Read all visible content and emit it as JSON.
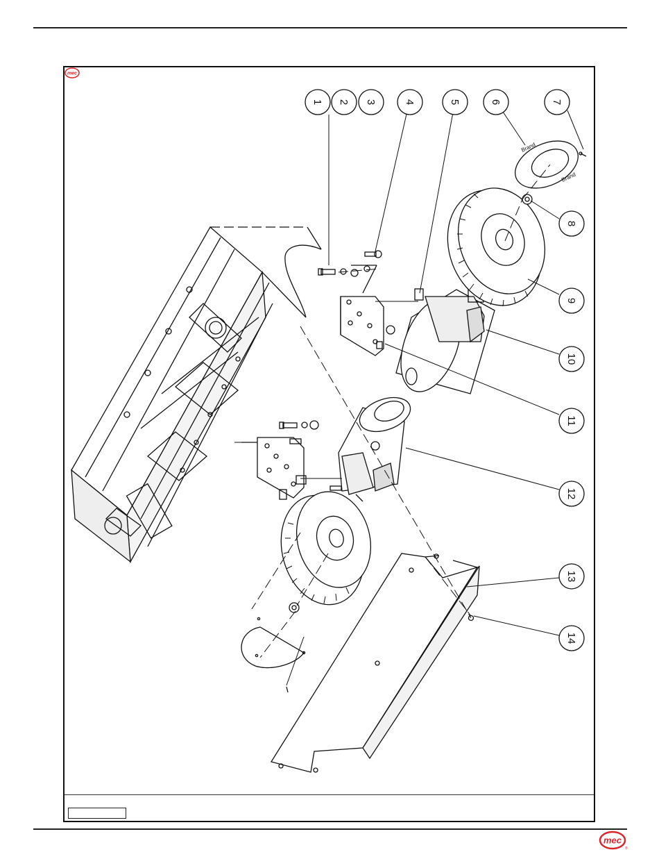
{
  "brand": {
    "logo_text": "mec",
    "accent_color": "#d9262c"
  },
  "diagram": {
    "callouts": [
      "1",
      "2",
      "3",
      "4",
      "5",
      "6",
      "7",
      "8",
      "9",
      "10",
      "11",
      "12",
      "13",
      "14"
    ]
  }
}
